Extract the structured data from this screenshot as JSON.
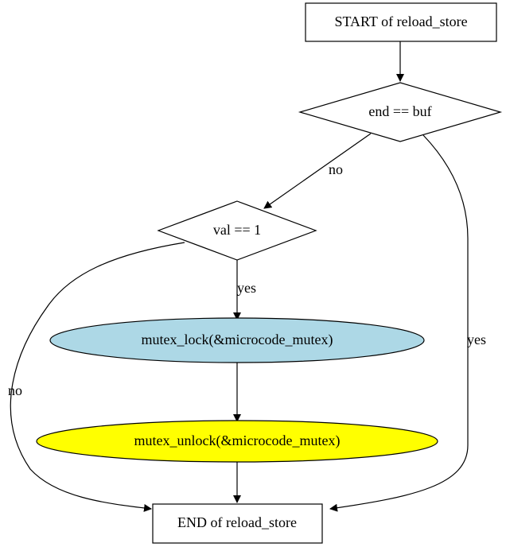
{
  "colors": {
    "background": "#ffffff",
    "stroke": "#000000",
    "lock_fill": "#add8e6",
    "unlock_fill": "#ffff00"
  },
  "nodes": {
    "start": "START of reload_store",
    "cond_end_buf": "end == buf",
    "cond_val": "val == 1",
    "mutex_lock": "mutex_lock(&microcode_mutex)",
    "mutex_unlock": "mutex_unlock(&microcode_mutex)",
    "end": "END of reload_store"
  },
  "edges": {
    "end_buf_no": "no",
    "end_buf_yes": "yes",
    "val_yes": "yes",
    "val_no": "no"
  }
}
